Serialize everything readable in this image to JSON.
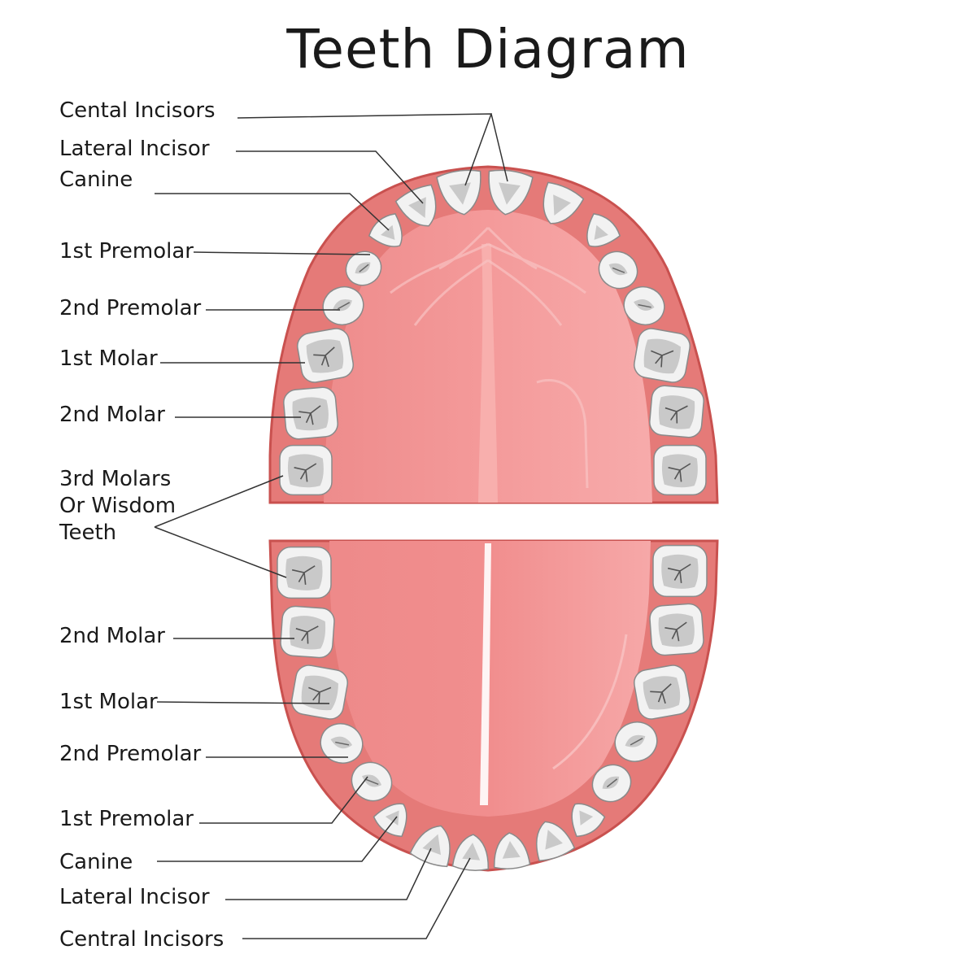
{
  "title": "Teeth Diagram",
  "upper_labels": [
    "Cental Incisors",
    "Lateral Incisor",
    "Canine",
    "1st Premolar",
    "2nd Premolar",
    "1st Molar",
    "2nd Molar"
  ],
  "wisdom_label": "3rd Molars\nOr Wisdom\nTeeth",
  "lower_labels": [
    "2nd Molar",
    "1st Molar",
    "2nd Premolar",
    "1st Premolar",
    "Canine",
    "Lateral Incisor",
    "Central Incisors"
  ],
  "colors": {
    "gum": "#e57a78",
    "gum_edge": "#c9514f",
    "palate": "#ef8f8f",
    "palate_light": "#f6aaaa",
    "tooth": "#f2f2f2",
    "tooth_shade": "#c9c9c9",
    "tooth_outline": "#8a8a8a",
    "leader_line": "#333333"
  }
}
